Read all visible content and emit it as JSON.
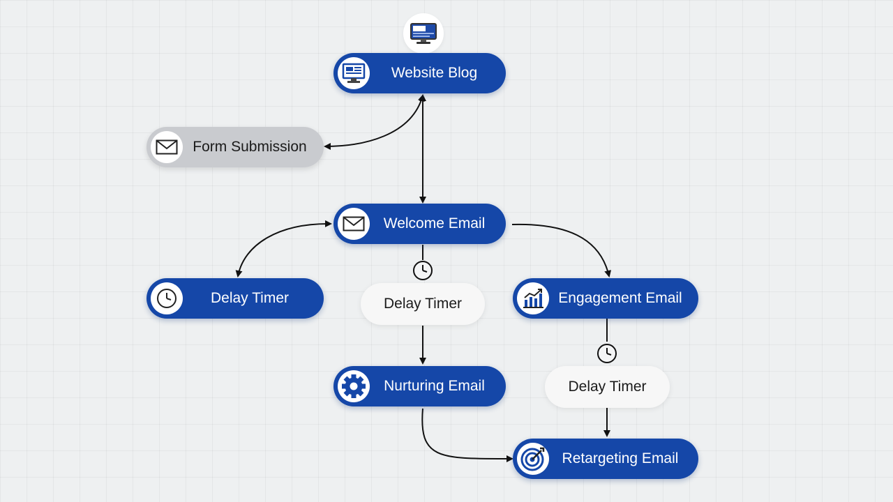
{
  "colors": {
    "primary_node": "#1547a8",
    "source_node": "#c9cbcf",
    "timer_node": "#f7f7f7",
    "edge": "#111111",
    "canvas": "#eef0f1"
  },
  "nodes": {
    "website_blog": {
      "label": "Website Blog",
      "icon": "monitor-icon"
    },
    "form_submission": {
      "label": "Form Submission",
      "icon": "envelope-icon"
    },
    "welcome_email": {
      "label": "Welcome Email",
      "icon": "envelope-icon"
    },
    "delay_timer_left": {
      "label": "Delay Timer",
      "icon": "clock-icon"
    },
    "delay_timer_center": {
      "label": "Delay Timer"
    },
    "engagement_email": {
      "label": "Engagement Email",
      "icon": "chart-icon"
    },
    "nurturing_email": {
      "label": "Nurturing Email",
      "icon": "gear-icon"
    },
    "delay_timer_right": {
      "label": "Delay Timer"
    },
    "retargeting_email": {
      "label": "Retargeting Email",
      "icon": "target-icon"
    }
  },
  "edges": [
    {
      "from": "website_blog",
      "to": "form_submission",
      "style": "curve"
    },
    {
      "from": "website_blog",
      "to": "welcome_email",
      "style": "bidirectional"
    },
    {
      "from": "welcome_email",
      "to": "delay_timer_left",
      "style": "bidirectional-curve"
    },
    {
      "from": "welcome_email",
      "to": "engagement_email",
      "style": "curve"
    },
    {
      "from": "welcome_email",
      "to": "delay_timer_center",
      "style": "line-with-clock"
    },
    {
      "from": "delay_timer_center",
      "to": "nurturing_email",
      "style": "arrow"
    },
    {
      "from": "engagement_email",
      "to": "delay_timer_right",
      "style": "line-with-clock"
    },
    {
      "from": "delay_timer_right",
      "to": "retargeting_email",
      "style": "arrow"
    },
    {
      "from": "nurturing_email",
      "to": "retargeting_email",
      "style": "curve"
    }
  ]
}
